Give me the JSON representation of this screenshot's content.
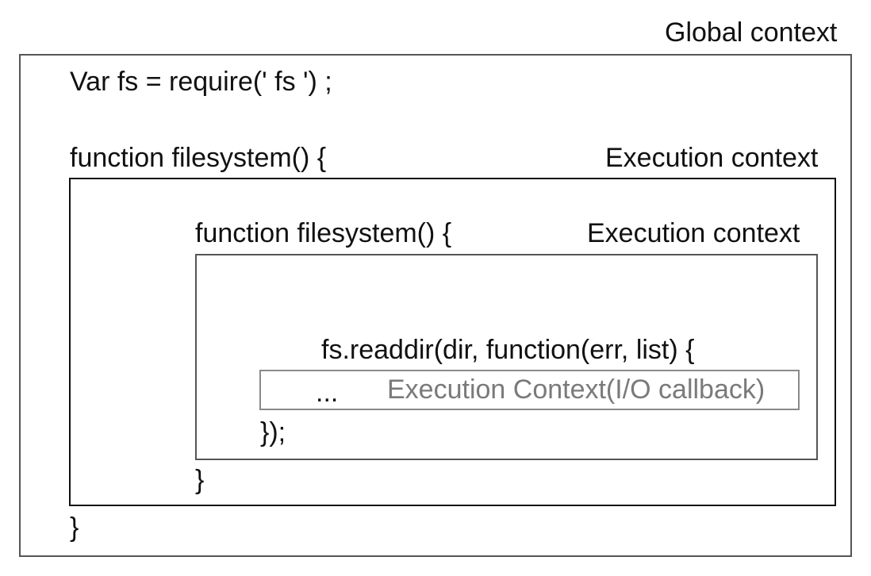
{
  "labels": {
    "global_context": "Global context",
    "outer_execution_context": "Execution context",
    "inner_execution_context": "Execution context",
    "io_execution_context": "Execution Context(I/O callback)"
  },
  "code": {
    "line_require": "Var fs = require(' fs ') ;",
    "outer_function_open": "function filesystem() {",
    "inner_function_open": "function filesystem() {",
    "readdir_open": "fs.readdir(dir, function(err, list) {",
    "ellipsis": "...",
    "readdir_close": "});",
    "inner_function_close": "}",
    "outer_function_close": "}"
  },
  "colors": {
    "text": "#111111",
    "io_label": "#7a7a7a",
    "global_border": "#555555",
    "outer_border": "#111111",
    "inner_border": "#555555",
    "io_border": "#8a8a8a"
  }
}
